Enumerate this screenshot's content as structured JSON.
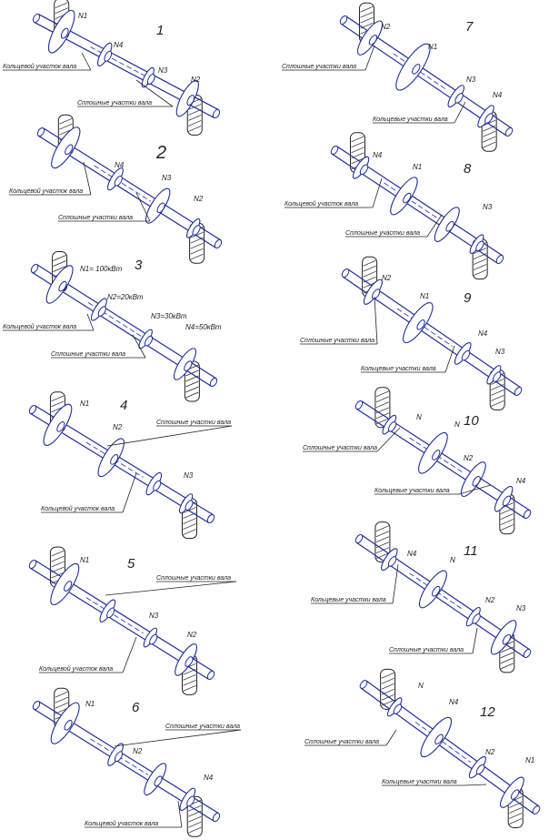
{
  "variants": [
    {
      "num": "1",
      "ns": [
        "N1",
        "N4",
        "N3",
        "N2"
      ],
      "labels": [
        {
          "text": "Кольцевой участок вала"
        },
        {
          "text": "Сплошные участки вала"
        }
      ]
    },
    {
      "num": "2",
      "ns": [
        "N4",
        "N3",
        "N2"
      ],
      "labels": [
        {
          "text": "Кольцевой участок вала"
        },
        {
          "text": "Сплошные участки вала"
        }
      ]
    },
    {
      "num": "3",
      "ns": [
        "N1= 100кВт",
        "N2=20кВт",
        "N3=30кВт",
        "N4=50кВт"
      ],
      "labels": [
        {
          "text": "Кольцевой участок вала"
        },
        {
          "text": "Сплошные участки вала"
        }
      ]
    },
    {
      "num": "4",
      "ns": [
        "N1",
        "N2",
        "N3"
      ],
      "labels": [
        {
          "text": "Сплошные участки вала"
        },
        {
          "text": "Кольцевой участок вала"
        }
      ]
    },
    {
      "num": "5",
      "ns": [
        "N1",
        "N3",
        "N2"
      ],
      "labels": [
        {
          "text": "Сплошные участки вала"
        },
        {
          "text": "Кольцевой участок вала"
        }
      ]
    },
    {
      "num": "6",
      "ns": [
        "N1",
        "N2",
        "N4"
      ],
      "labels": [
        {
          "text": "Сплошные участки вала"
        },
        {
          "text": "Кольцевой участок вала"
        }
      ]
    },
    {
      "num": "7",
      "ns": [
        "N2",
        "N1",
        "N3",
        "N4"
      ],
      "labels": [
        {
          "text": "Сплошные участки вала"
        },
        {
          "text": "Кольцевые участки вала"
        }
      ]
    },
    {
      "num": "8",
      "ns": [
        "N4",
        "N1",
        "N3"
      ],
      "labels": [
        {
          "text": "Кольцевой участок вала"
        },
        {
          "text": "Сплошные участки вала"
        }
      ]
    },
    {
      "num": "9",
      "ns": [
        "N2",
        "N1",
        "N4",
        "N3"
      ],
      "labels": [
        {
          "text": "Сплошные участки вала"
        },
        {
          "text": "Кольцевые участки вала"
        }
      ]
    },
    {
      "num": "10",
      "ns": [
        "N",
        "N",
        "N2",
        "N4"
      ],
      "labels": [
        {
          "text": "Сплошные участки вала"
        },
        {
          "text": "Кольцевые участки вала"
        }
      ]
    },
    {
      "num": "11",
      "ns": [
        "N4",
        "N",
        "N2",
        "N3"
      ],
      "labels": [
        {
          "text": "Кольцевые участки вала"
        },
        {
          "text": "Сплошные участки вала"
        }
      ]
    },
    {
      "num": "12",
      "ns": [
        "N",
        "N4",
        "N2",
        "N1"
      ],
      "labels": [
        {
          "text": "Сплошные участки вала"
        },
        {
          "text": "Кольцевые участки вала"
        }
      ]
    }
  ]
}
